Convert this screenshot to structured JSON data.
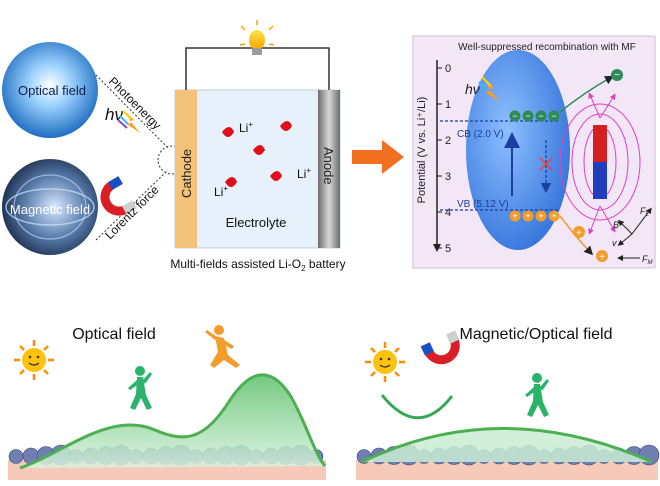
{
  "left_panel": {
    "optical_label": "Optical field",
    "magnetic_label": "Magnetic field",
    "photoenergy_label": "Photoenergy",
    "hv_label": "hν",
    "lorentz_label": "Lorentz force"
  },
  "battery": {
    "cathode_label": "Cathode",
    "anode_label": "Anode",
    "electrolyte_label": "Electrolyte",
    "li_ion_label": "Li",
    "li_ion_sup": "+",
    "caption_pre": "Multi-fields assisted Li-O",
    "caption_sub": "2",
    "caption_post": " battery"
  },
  "band_diagram": {
    "title": "Well-suppressed recombination with MF",
    "y_axis_label": "Potential (V vs. Li⁺/Li)",
    "y_ticks": [
      "0",
      "1",
      "2",
      "3",
      "4",
      "5"
    ],
    "hv_label": "hν",
    "cb_label": "CB (2.0 V)",
    "vb_label": "VB (5.12 V)",
    "force_lorentz_label": "F",
    "force_lorentz_sub": "L",
    "force_b_label": "B",
    "force_v_label": "v",
    "force_m_label": "F",
    "force_m_sub": "M",
    "colors": {
      "cb_line": "#1a3fa0",
      "electron": "#2e8b57",
      "hole": "#f39c2b",
      "magnet_n": "#d62020",
      "magnet_s": "#1f3fbf",
      "field_lines": "#e040c0"
    }
  },
  "bottom": {
    "left_title": "Optical field",
    "right_title": "Magnetic/Optical field"
  },
  "colors": {
    "arrow": "#f07020",
    "cathode": "#f5c27a",
    "anode": "#9a9a9a",
    "panel_bg": "#f3e6f7"
  }
}
